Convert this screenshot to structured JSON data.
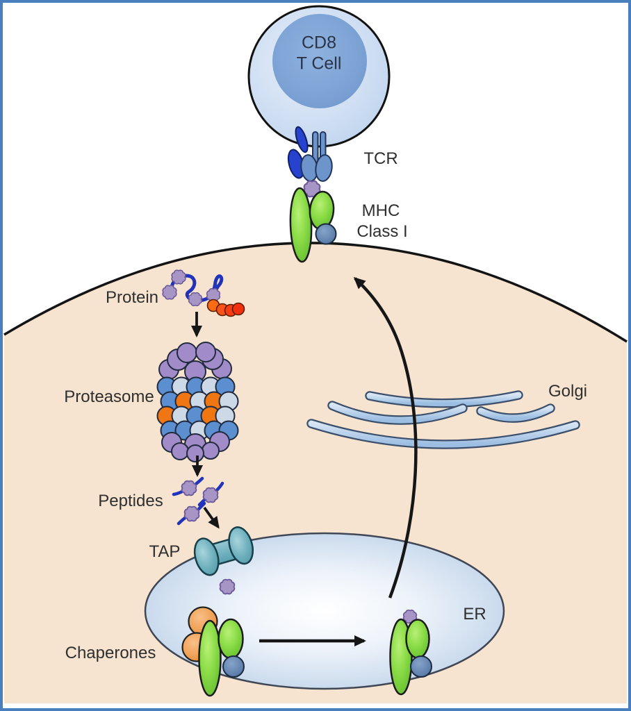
{
  "diagram": {
    "type": "biology-pathway",
    "subject": "MHC Class I antigen processing and presentation",
    "labels": {
      "t_cell_line1": "CD8",
      "t_cell_line2": "T Cell",
      "tcr": "TCR",
      "mhc_line1": "MHC",
      "mhc_line2": "Class I",
      "protein": "Protein",
      "proteasome": "Proteasome",
      "peptides": "Peptides",
      "tap": "TAP",
      "golgi": "Golgi",
      "er": "ER",
      "chaperones": "Chaperones"
    },
    "colors": {
      "border_blue": "#4a7fbd",
      "cytoplasm": "#f6e3d0",
      "extracellular": "#ffffff",
      "tcell_outer": "#c7d9ee",
      "tcell_nucleus": "#7ba3d8",
      "tcr_blue": "#6d95cb",
      "cd8_coreceptor_blue": "#2742cd",
      "mhc_green": "#6ec832",
      "b2m_blue": "#5b7cab",
      "peptide_purple": "#a795c6",
      "proteasome_purple": "#a18cc9",
      "proteasome_blue": "#5b8fd0",
      "proteasome_light": "#cdd9e7",
      "proteasome_orange": "#ef7612",
      "protein_chain_blue": "#2233bb",
      "protein_orange": "#f0511c",
      "tap_teal": "#5fa7b5",
      "chaperone_orange": "#f2a35f",
      "er_fill": "#bdd2ea",
      "golgi_blue": "#a9c6e6",
      "outline_black": "#1a1a1a",
      "label_text": "#2f2f2f"
    }
  }
}
